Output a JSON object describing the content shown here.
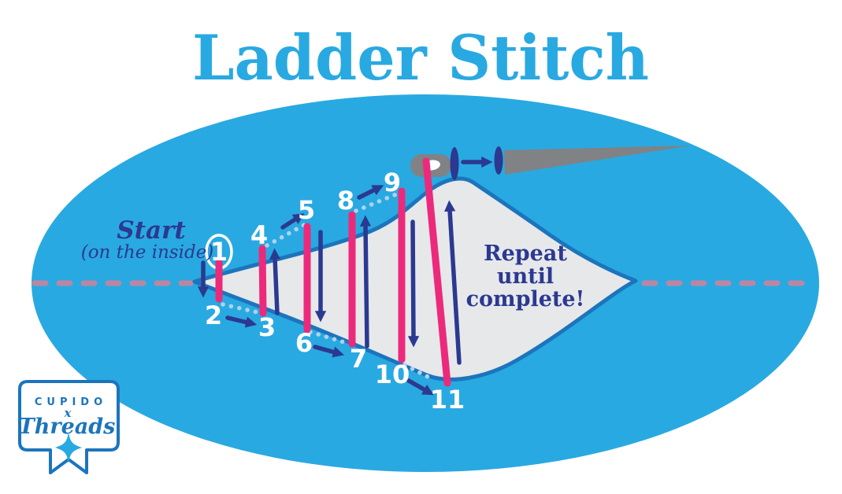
{
  "title": "Ladder Stitch",
  "labels": {
    "start": "Start",
    "start_note": "(on the inside)",
    "repeat_lines": [
      "Repeat",
      "until",
      "complete!"
    ]
  },
  "steps": [
    "1",
    "2",
    "3",
    "4",
    "5",
    "6",
    "7",
    "8",
    "9",
    "10",
    "11"
  ],
  "logo": {
    "line1": "CUPIDO",
    "line2": "x",
    "line3": "Threads"
  },
  "colors": {
    "sky-blue": "#29A9E1",
    "navy": "#2B3990",
    "pink": "#EC2A7B",
    "fabric-gray": "#E7E8EA",
    "fold-blue": "#1C75BC",
    "needle-gray": "#808285",
    "fold-dash": "#BC86A3",
    "stitch-dot": "#AFD2F2",
    "white": "#FFFFFF"
  }
}
